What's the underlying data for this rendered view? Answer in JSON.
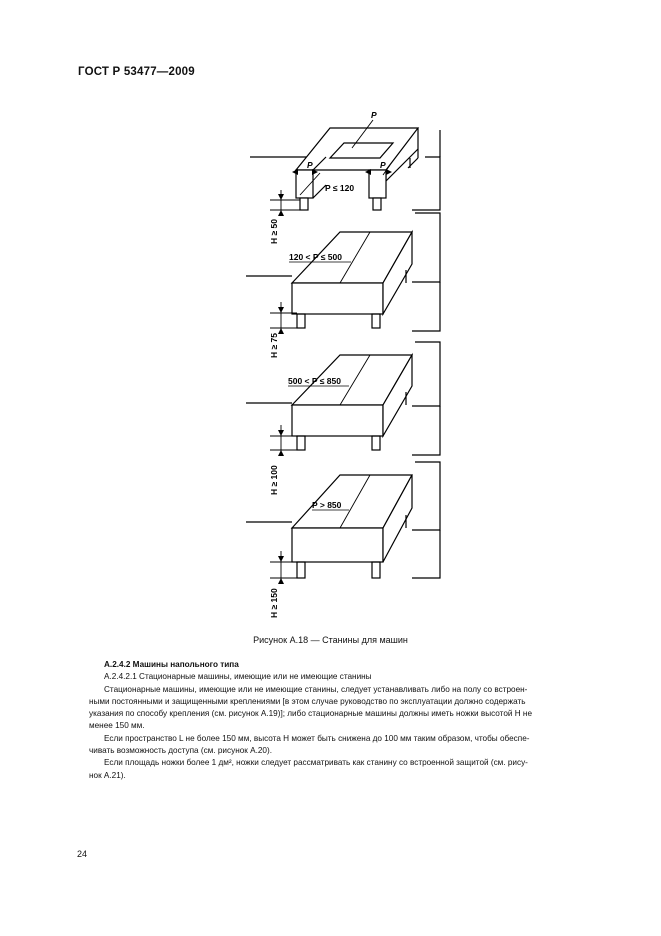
{
  "header": {
    "standard": "ГОСТ Р 53477—2009"
  },
  "figure": {
    "labels": {
      "p_top": "P",
      "p_left": "P",
      "p_right": "P",
      "p1": "P ≤ 120",
      "p2": "120 < P ≤ 500",
      "p3": "500 < P ≤ 850",
      "p4": "P > 850",
      "h1": "H ≥ 50",
      "h2": "H ≥ 75",
      "h3": "H ≥ 100",
      "h4": "H ≥ 150"
    },
    "caption": "Рисунок A.18 — Станины для машин"
  },
  "text": {
    "heading": "A.2.4.2 Машины напольного типа",
    "subheading": "A.2.4.2.1 Стационарные машины, имеющие или не имеющие станины",
    "p1_lines": [
      "Стационарные машины, имеющие или не имеющие станины, следует устанавливать либо на полу со встроен-",
      "ными постоянными и защищенными креплениями [в этом случае руководство по эксплуатации должно содержать",
      "указания по способу крепления (см. рисунок A.19)]; либо стационарные машины должны иметь ножки высотой H не",
      "менее 150 мм."
    ],
    "p2_lines": [
      "Если пространство L не более 150 мм, высота H может быть снижена до 100 мм таким образом, чтобы обеспе-",
      "чивать возможность доступа (см. рисунок A.20)."
    ],
    "p3_lines": [
      "Если площадь ножки более 1 дм², ножки следует рассматривать как станину со встроенной защитой (см. рису-",
      "нок A.21)."
    ]
  },
  "page_number": "24"
}
